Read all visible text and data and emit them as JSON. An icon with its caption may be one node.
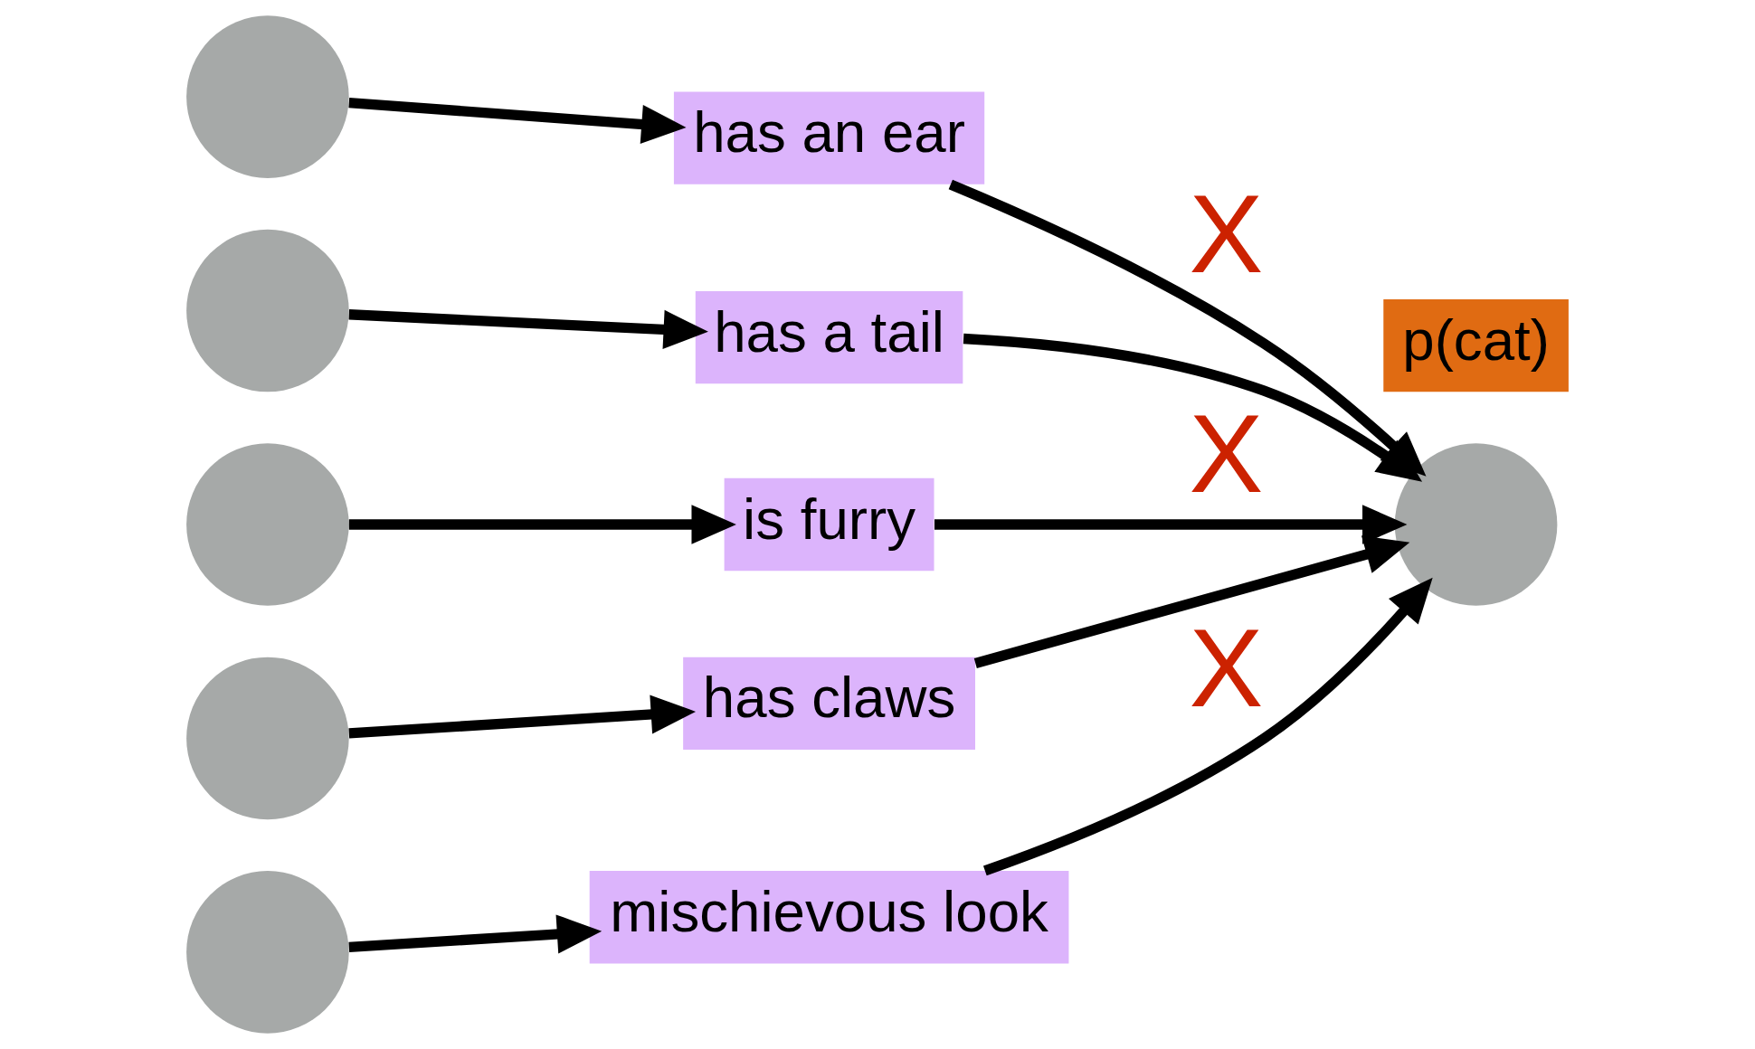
{
  "diagram": {
    "nodes": [
      {
        "text": [],
        "shape": "circle"
      },
      {
        "text": [],
        "shape": "circle"
      },
      {
        "text": [],
        "shape": "circle"
      },
      {
        "text": [],
        "shape": "circle"
      },
      {
        "text": [],
        "shape": "circle"
      },
      {
        "text": [
          "has an ear"
        ]
      },
      {
        "text": [
          "has a tail"
        ]
      },
      {
        "text": [
          "is furry"
        ]
      },
      {
        "text": [
          "has claws"
        ]
      },
      {
        "text": [
          "mischievous look"
        ]
      },
      {
        "text": [],
        "shape": "circle"
      },
      {
        "text": [
          "p(cat)"
        ]
      }
    ],
    "edges": [
      {
        "from": 0,
        "to": 5,
        "arrow": "to"
      },
      {
        "from": 1,
        "to": 6,
        "arrow": "to"
      },
      {
        "from": 2,
        "to": 7,
        "arrow": "to"
      },
      {
        "from": 3,
        "to": 8,
        "arrow": "to"
      },
      {
        "from": 4,
        "to": 9,
        "arrow": "to"
      },
      {
        "from": 5,
        "to": 10,
        "arrow": "to",
        "label": "X"
      },
      {
        "from": 6,
        "to": 10,
        "arrow": "to"
      },
      {
        "from": 7,
        "to": 10,
        "arrow": "to",
        "label": "X"
      },
      {
        "from": 8,
        "to": 10,
        "arrow": "to"
      },
      {
        "from": 9,
        "to": 10,
        "arrow": "to",
        "label": "X"
      }
    ]
  }
}
